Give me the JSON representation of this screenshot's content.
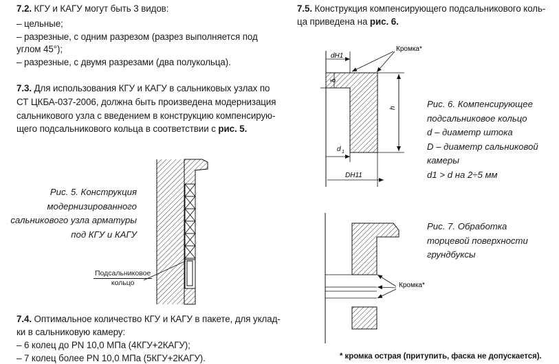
{
  "sec72": {
    "num": "7.2.",
    "text": " КГУ и КАГУ могут быть 3 видов:",
    "items": [
      "– цельные;",
      "– разрезные, с одним разрезом (разрез выполняется под",
      "углом 45°);",
      "– разрезные, с двумя разрезами (два полукольца)."
    ]
  },
  "sec73": {
    "num": "7.3.",
    "lines": [
      " Для использования КГУ и КАГУ в сальниковых узлах по",
      "СТ ЦКБА-037-2006, должна быть произведена модернизация",
      "сальникового узла с введением в конструкцию компенсирую-",
      "щего подсальникового кольца в соответствии с "
    ],
    "ref": "рис. 5."
  },
  "fig5": {
    "caption": [
      "Рис. 5. Конструкция",
      "модернизированного",
      "сальникового узла арматуры",
      "под КГУ и КАГУ"
    ],
    "callout": [
      "Подсальниковое",
      "кольцо"
    ]
  },
  "sec74": {
    "num": "7.4.",
    "lines": [
      " Оптимальное количество КГУ и КАГУ в пакете, для уклад-",
      "ки в сальниковую камеру:",
      "– 6 колец до PN 10,0 МПа (4КГУ+2КАГУ);",
      "– 7 колец более PN 10,0 МПа (5КГУ+2КАГУ)."
    ]
  },
  "sec75": {
    "num": "7.5.",
    "line1": " Конструкция компенсирующего подсальникового коль-",
    "line2": "ца приведена на ",
    "ref": "рис. 6."
  },
  "fig6": {
    "labels": {
      "dh1": "dH1",
      "delta": "δ",
      "h": "h",
      "d1": "d",
      "d1_sub": "1",
      "dh11": "DH11",
      "kromka": "Кромка*"
    },
    "caption": [
      "Рис. 6. Компенсирующее",
      "подсальниковое кольцо",
      "d – диаметр штока",
      "D – диаметр сальниковой",
      "камеры",
      "d1 > d на 2÷5 мм"
    ]
  },
  "fig7": {
    "labels": {
      "kromka": "Кромка*"
    },
    "caption": [
      "Рис. 7. Обработка",
      "торцевой поверхности",
      "грундбуксы"
    ]
  },
  "footnote": "* кромка острая (притупить, фаска не допускается)."
}
